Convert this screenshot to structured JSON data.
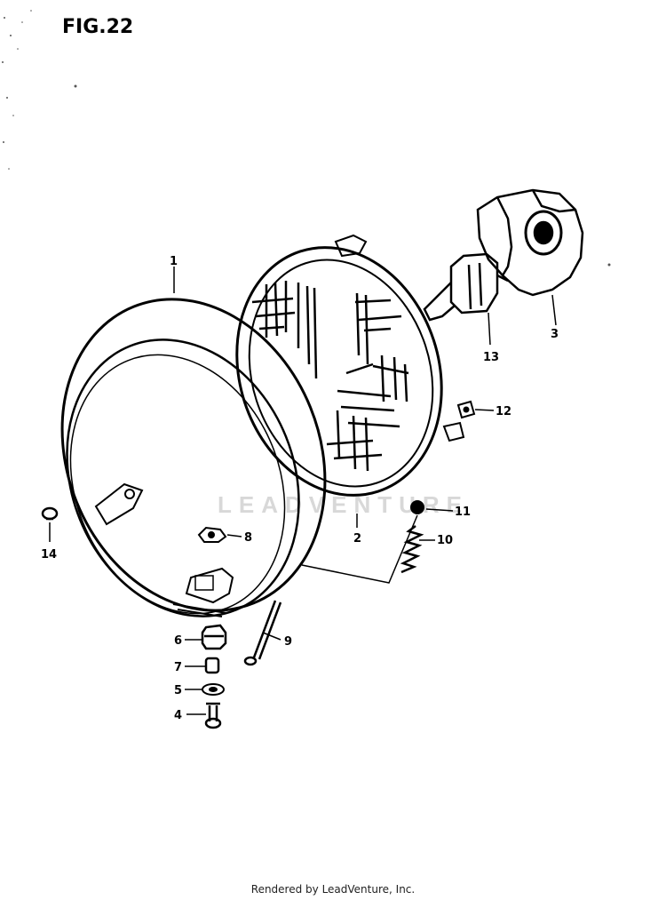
{
  "figure": {
    "title": "FIG.22",
    "watermark": "LEADVENTURE",
    "footer": "Rendered by LeadVenture, Inc."
  },
  "callouts": {
    "p1": "1",
    "p2": "2",
    "p3": "3",
    "p4": "4",
    "p5": "5",
    "p6": "6",
    "p7": "7",
    "p8": "8",
    "p9": "9",
    "p10": "10",
    "p11": "11",
    "p12": "12",
    "p13": "13",
    "p14": "14"
  }
}
